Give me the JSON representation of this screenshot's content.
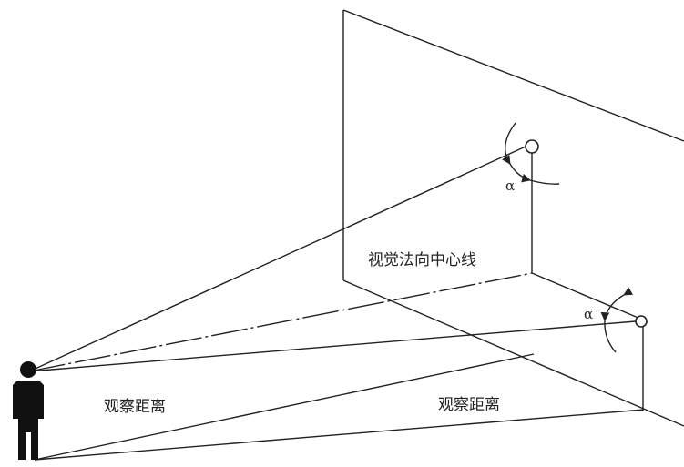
{
  "labels": {
    "center_line": "视觉法向中心线",
    "distance_left": "观察距离",
    "distance_right": "观察距离",
    "alpha_top": "α",
    "alpha_bottom": "α"
  },
  "colors": {
    "line": "#222222",
    "background": "#ffffff"
  }
}
